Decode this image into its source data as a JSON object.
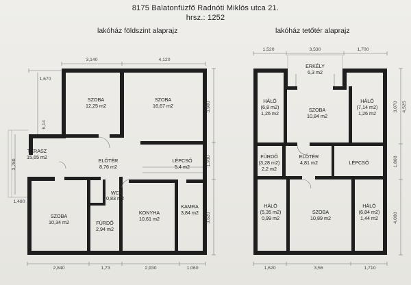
{
  "header": {
    "line1": "8175 Balatonfüzfő Radnóti Miklós utca 21.",
    "line2": "hrsz.: 1252"
  },
  "plans": {
    "ground": {
      "title": "lakóház földszint alaprajz",
      "rooms": {
        "szoba1": {
          "name": "SZOBA",
          "area": "12,25 m2"
        },
        "szoba2": {
          "name": "SZOBA",
          "area": "16,67 m2"
        },
        "terasz": {
          "name": "TERASZ",
          "area": "15,65 m2"
        },
        "eloter": {
          "name": "ELŐTÉR",
          "area": "8,76 m2"
        },
        "lepcso": {
          "name": "LÉPCSŐ",
          "area": "5,4 m2"
        },
        "szoba3": {
          "name": "SZOBA",
          "area": "10,34 m2"
        },
        "wc": {
          "name": "WC",
          "area": "0,83 m2"
        },
        "furdo": {
          "name": "FÜRDŐ",
          "area": "2,94 m2"
        },
        "konyha": {
          "name": "KONYHA",
          "area": "10,61 m2"
        },
        "kamra": {
          "name": "KAMRA",
          "area": "3,84 m2"
        }
      },
      "dims": {
        "top1": "3,140",
        "top2": "4,120",
        "ter_top": "1,670",
        "ter_side": "6,14",
        "ter_width": "3,780",
        "bottom_left": "1,480",
        "b1": "2,840",
        "b2": "1,73",
        "b3": "2,930",
        "b4": "1,060",
        "r1": "3,900",
        "r2": "1,930",
        "r3": "3,620"
      }
    },
    "attic": {
      "title": "lakóház tetőtér alaprajz",
      "rooms": {
        "erkely": {
          "name": "ERKÉLY",
          "area": "6,3 m2"
        },
        "halo1": {
          "name": "HÁLÓ",
          "sub": "(6,8 m2)",
          "area": "1,26 m2"
        },
        "szoba1": {
          "name": "SZOBA",
          "area": "10,84 m2"
        },
        "halo2": {
          "name": "HÁLÓ",
          "sub": "(7,14 m2)",
          "area": "1,26 m2"
        },
        "furdo": {
          "name": "FÜRDŐ",
          "sub": "(3,28 m2)",
          "area": "2,2 m2"
        },
        "eloter": {
          "name": "ELŐTÉR",
          "area": "4,81 m2"
        },
        "lepcso": {
          "name": "LÉPCSŐ",
          "area": ""
        },
        "halo3": {
          "name": "HÁLÓ",
          "sub": "(5,35 m2)",
          "area": "0,99 m2"
        },
        "szoba2": {
          "name": "SZOBA",
          "area": "10,89 m2"
        },
        "halo4": {
          "name": "HÁLÓ",
          "sub": "(6,84 m2)",
          "area": "1,44 m2"
        }
      },
      "dims": {
        "t1": "1,520",
        "t2": "3,530",
        "t3": "1,700",
        "b1": "1,620",
        "b2": "3,56",
        "b3": "1,710",
        "r1": "3,070",
        "r2": "1,800",
        "r3": "4,000",
        "r_small": "4,525"
      }
    }
  }
}
